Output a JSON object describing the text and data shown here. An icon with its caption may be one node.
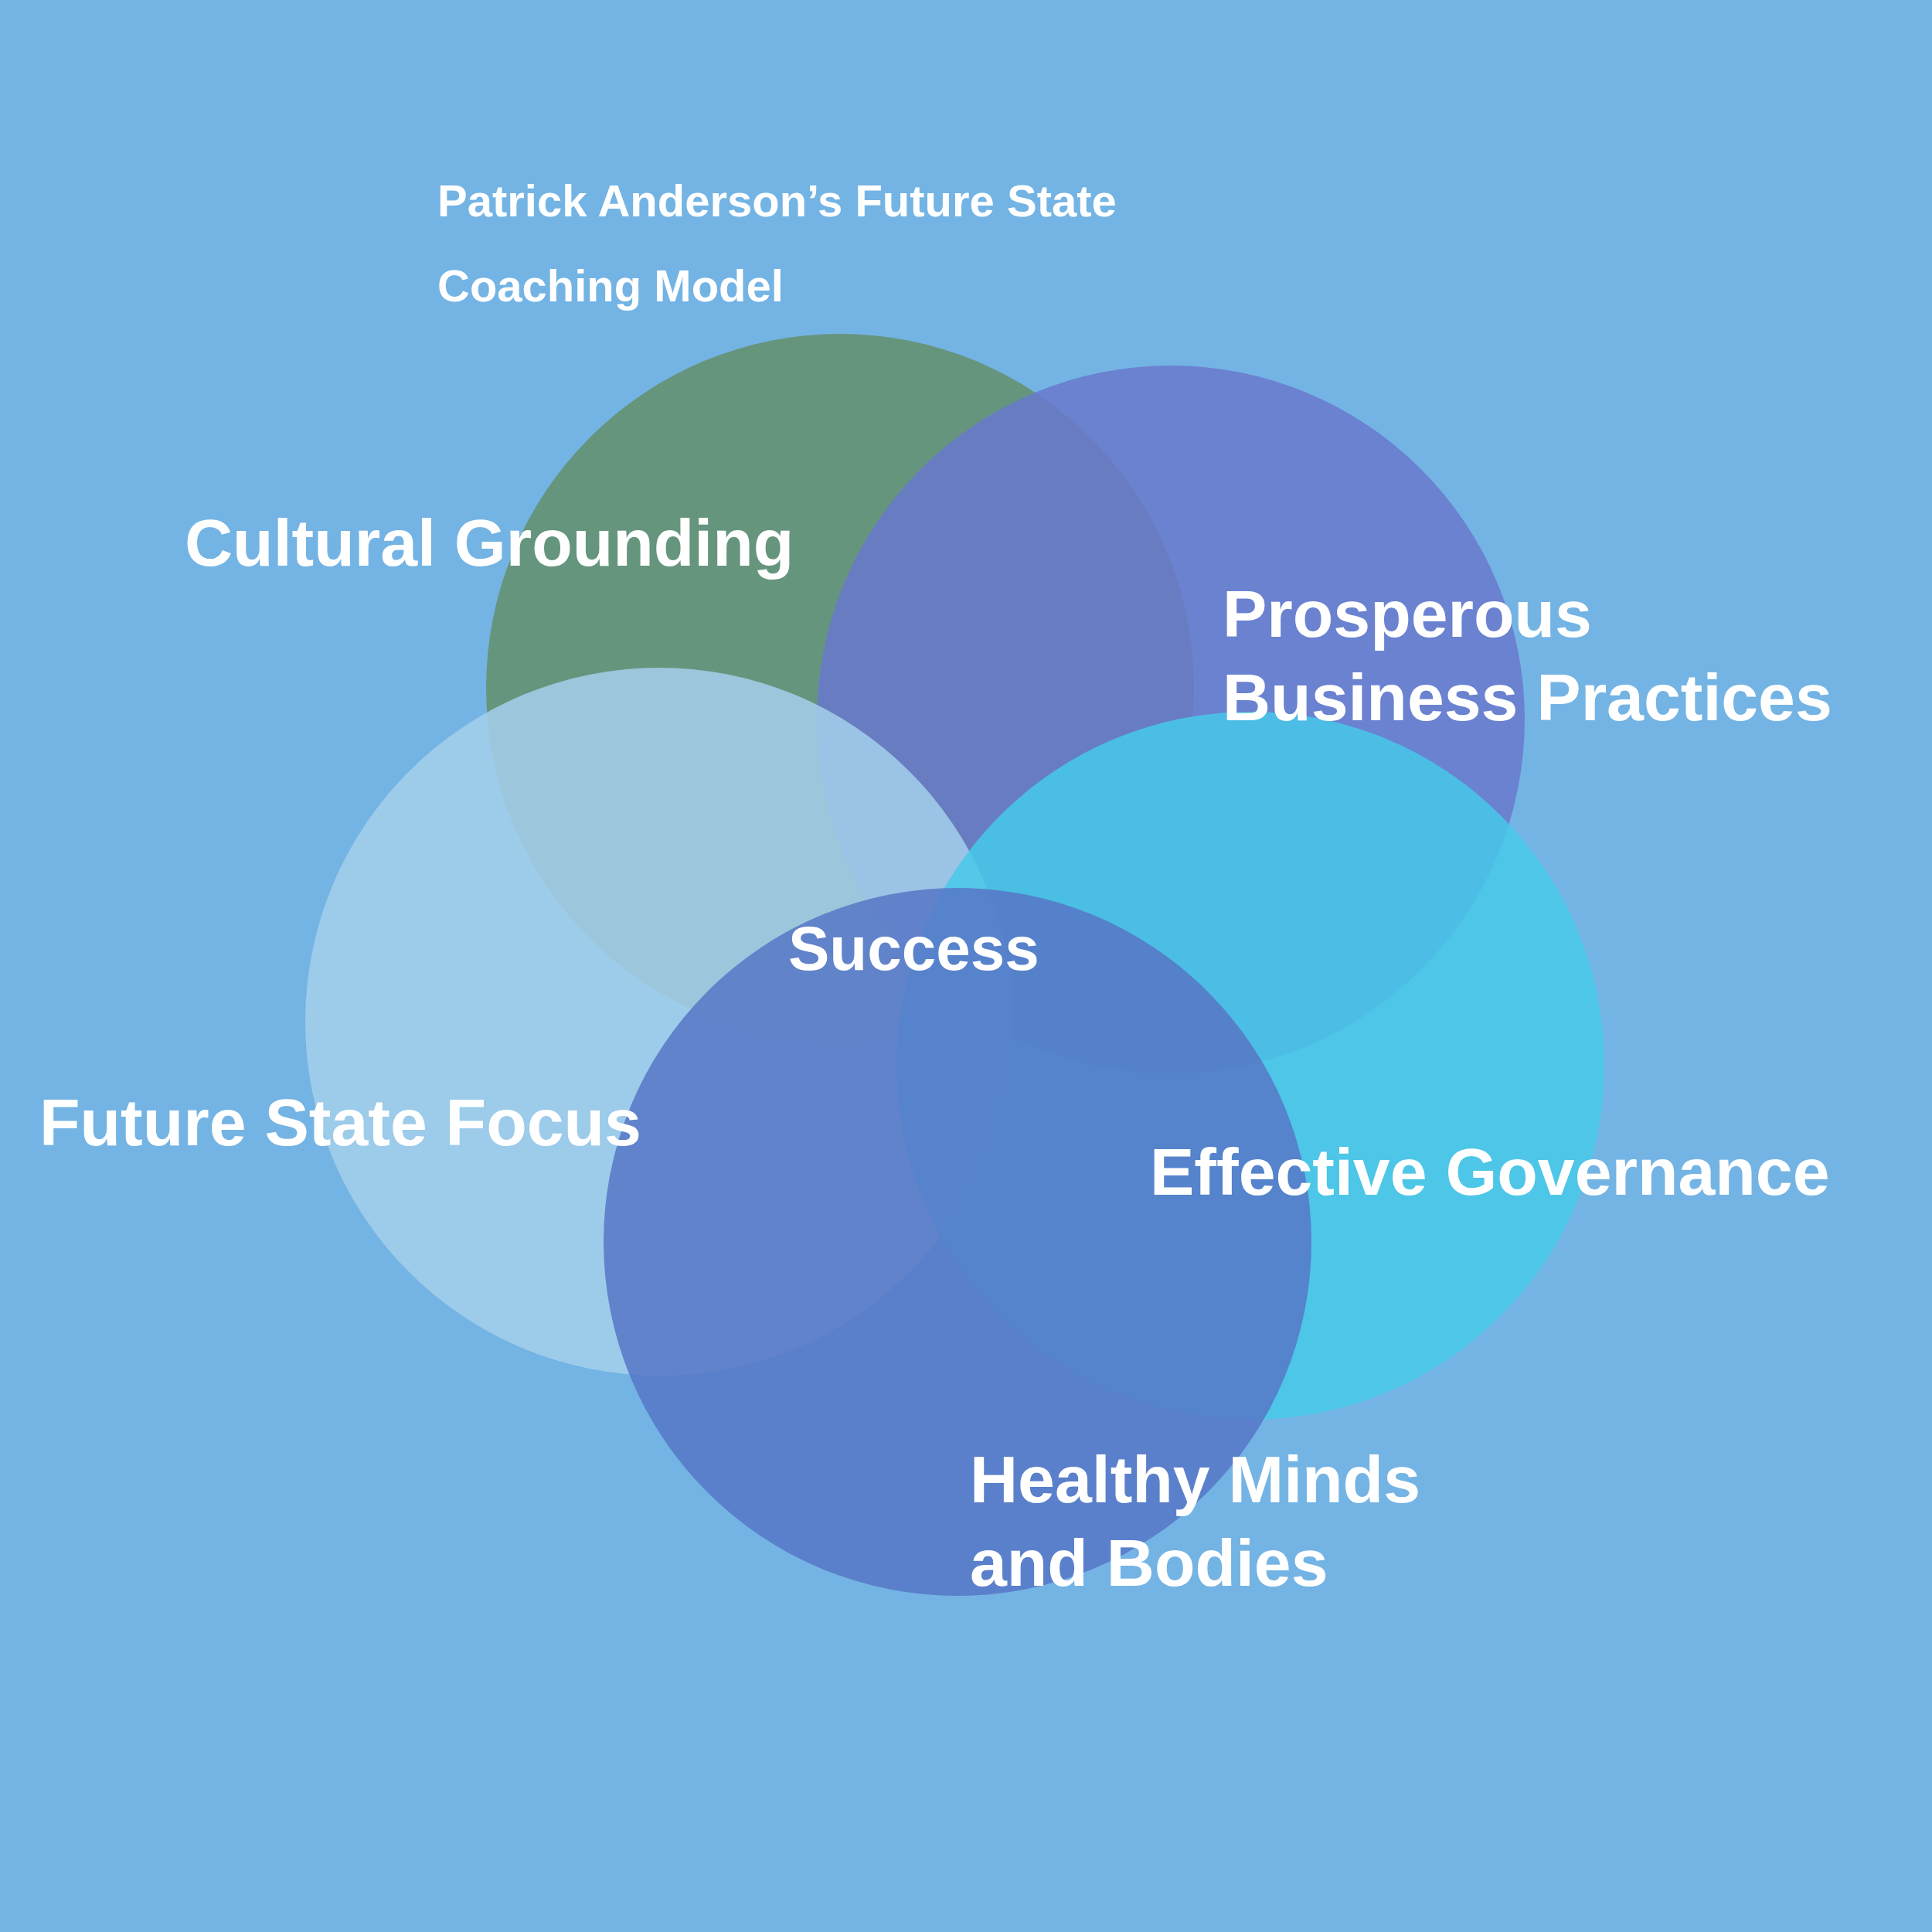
{
  "diagram": {
    "title": "Patrick Anderson’s Future State Coaching Model",
    "nodes": [
      {
        "text": [
          "Cultural Grounding"
        ]
      },
      {
        "text": [
          "Prosperous Business Practices"
        ]
      },
      {
        "text": [
          "Future State Focus"
        ]
      },
      {
        "text": [
          "Effective Governance"
        ]
      },
      {
        "text": [
          "Healthy Minds and Bodies"
        ]
      }
    ],
    "labels": [
      "Success"
    ]
  }
}
